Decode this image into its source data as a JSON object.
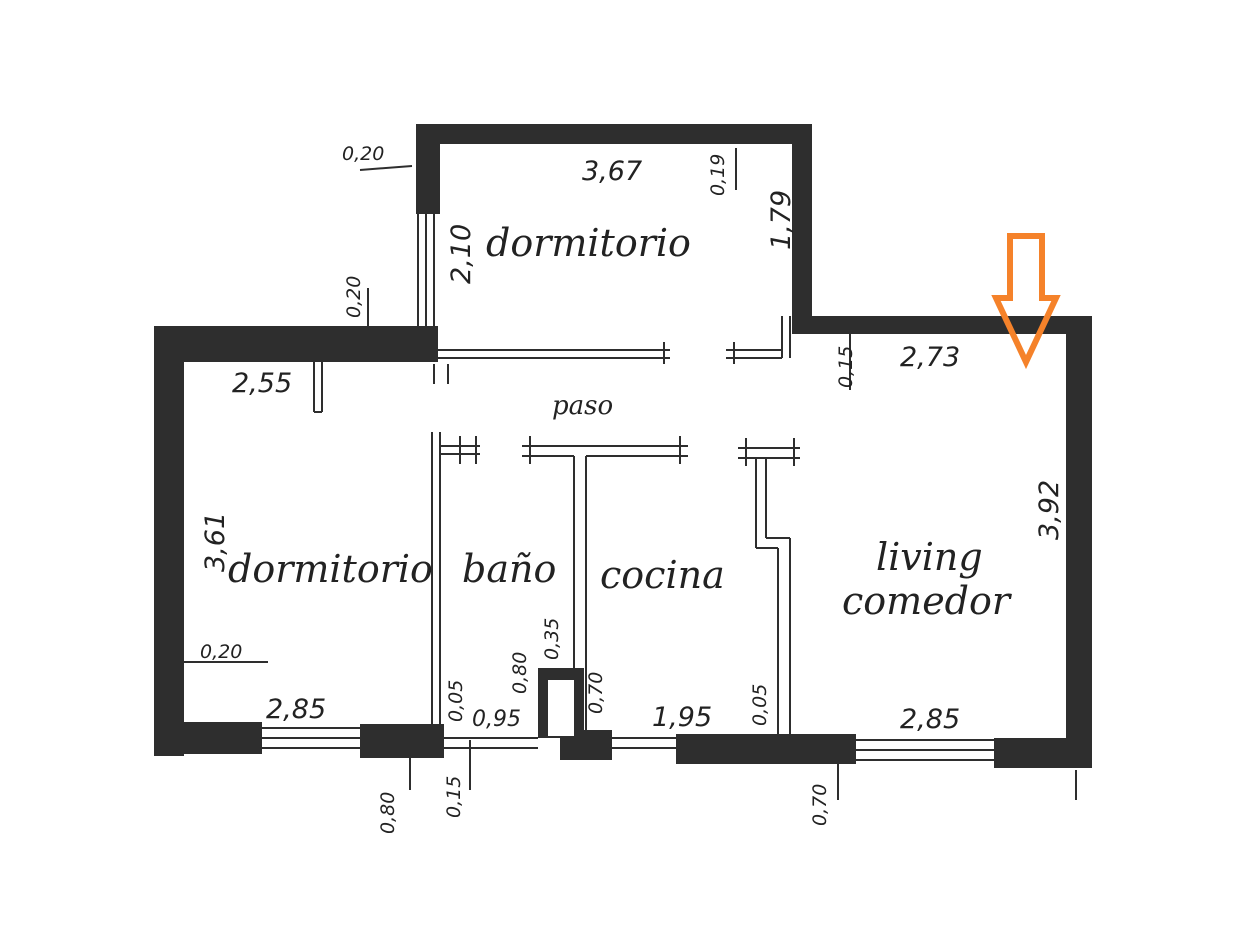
{
  "rooms": {
    "dormitorio_top": "dormitorio",
    "paso": "paso",
    "dormitorio_left": "dormitorio",
    "bano": "baño",
    "cocina": "cocina",
    "living": "living",
    "comedor": "comedor"
  },
  "dimensions": {
    "d_020_top": "0,20",
    "d_367": "3,67",
    "d_019": "0,19",
    "d_179": "1,79",
    "d_210": "2,10",
    "d_020_mid": "0,20",
    "d_255": "2,55",
    "d_015_right": "0,15",
    "d_273": "2,73",
    "d_361": "3,61",
    "d_392": "3,92",
    "d_020_left": "0,20",
    "d_285_left": "2,85",
    "d_005_left": "0,05",
    "d_095": "0,95",
    "d_080_mid": "0,80",
    "d_035": "0,35",
    "d_070": "0,70",
    "d_195": "1,95",
    "d_005_right": "0,05",
    "d_285_right": "2,85",
    "d_080_bottom": "0,80",
    "d_015_bottom": "0,15",
    "d_070_bottom": "0,70"
  },
  "marker": {
    "arrow_color": "#f5822a",
    "icon": "down-arrow-icon"
  }
}
